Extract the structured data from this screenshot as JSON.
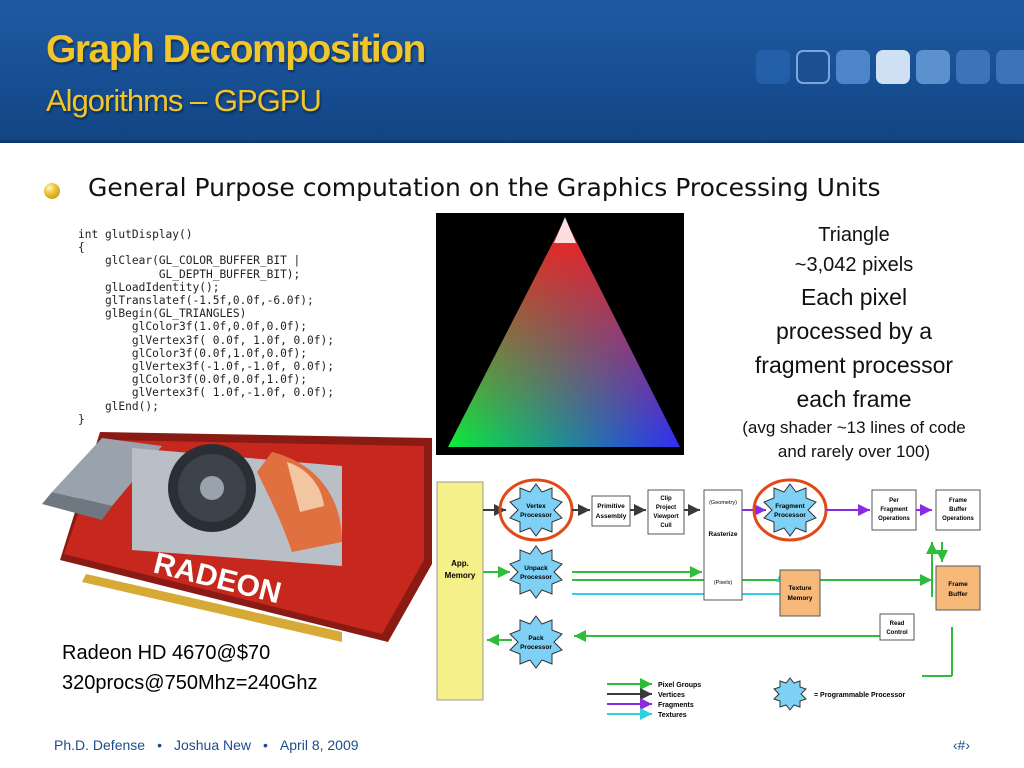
{
  "slide": {
    "title": "Graph Decomposition",
    "subtitle": "Algorithms – GPGPU",
    "bullet": "General Purpose computation on the Graphics Processing Units"
  },
  "code": {
    "lines": [
      "int glutDisplay()",
      "{",
      "    glClear(GL_COLOR_BUFFER_BIT |",
      "            GL_DEPTH_BUFFER_BIT);",
      "    glLoadIdentity();",
      "    glTranslatef(-1.5f,0.0f,-6.0f);",
      "    glBegin(GL_TRIANGLES)",
      "        glColor3f(1.0f,0.0f,0.0f);",
      "        glVertex3f( 0.0f, 1.0f, 0.0f);",
      "        glColor3f(0.0f,1.0f,0.0f);",
      "        glVertex3f(-1.0f,-1.0f, 0.0f);",
      "        glColor3f(0.0f,0.0f,1.0f);",
      "        glVertex3f( 1.0f,-1.0f, 0.0f);",
      "    glEnd();",
      "}"
    ]
  },
  "triangle": {
    "line1": "Triangle",
    "line2": "~3,042 pixels",
    "line3": "Each pixel",
    "line4": "processed by a",
    "line5": "fragment processor",
    "line6": "each frame",
    "note1": "(avg shader ~13 lines of code",
    "note2": "and rarely over 100)"
  },
  "gpu": {
    "brand": "RADEON",
    "caption_line1": "Radeon HD 4670@$70",
    "caption_line2": "320procs@750Mhz=240Ghz"
  },
  "pipeline": {
    "app_memory_1": "App.",
    "app_memory_2": "Memory",
    "vertex_1": "Vertex",
    "vertex_2": "Processor",
    "primitive_1": "Primitive",
    "primitive_2": "Assembly",
    "clip_1": "Clip",
    "clip_2": "Project",
    "clip_3": "Viewport",
    "clip_4": "Cull",
    "geometry": "(Geometry)",
    "rasterize": "Rasterize",
    "pixels": "(Pixels)",
    "fragment_1": "Fragment",
    "fragment_2": "Processor",
    "perfrag_1": "Per",
    "perfrag_2": "Fragment",
    "perfrag_3": "Operations",
    "fbops_1": "Frame",
    "fbops_2": "Buffer",
    "fbops_3": "Operations",
    "unpack_1": "Unpack",
    "unpack_2": "Processor",
    "texture_1": "Texture",
    "texture_2": "Memory",
    "fb_1": "Frame",
    "fb_2": "Buffer",
    "read_1": "Read",
    "read_2": "Control",
    "pack_1": "Pack",
    "pack_2": "Processor",
    "legend_pixel": "Pixel Groups",
    "legend_vert": "Vertices",
    "legend_frag": "Fragments",
    "legend_tex": "Textures",
    "legend_prog": "= Programmable Processor"
  },
  "footer": {
    "left": "Ph.D. Defense",
    "middle": "Joshua New",
    "date": "April 8, 2009",
    "sep": "•",
    "page": "‹#›"
  },
  "colors": {
    "header": "#1a529a",
    "title": "#f2c52b",
    "pixel_groups": "#2ebd3a",
    "vertices": "#3a3a3a",
    "fragments": "#8a2be2",
    "textures": "#2fd0e0",
    "programmable": "#7fd0f5",
    "highlight_ring": "#e04a17"
  }
}
